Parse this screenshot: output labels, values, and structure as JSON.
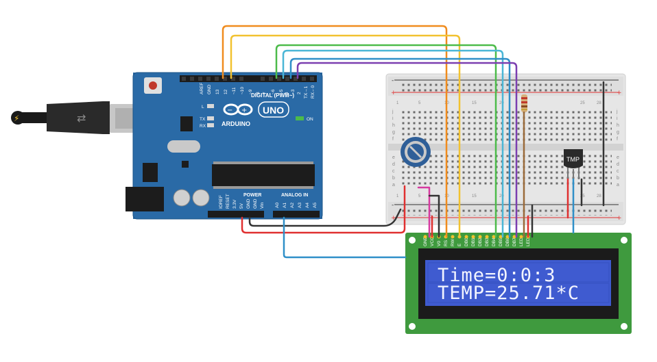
{
  "lcd": {
    "line1": "Time=0:0:3",
    "line2": "TEMP=25.71*C"
  },
  "arduino": {
    "brand": "ARDUINO",
    "model": "UNO",
    "digital_label": "DIGITAL (PWM~)",
    "power_label": "POWER",
    "analog_label": "ANALOG IN",
    "on_label": "ON",
    "l_label": "L",
    "tx_label": "TX",
    "rx_label": "RX",
    "digital_pins": [
      "AREF",
      "GND",
      "13",
      "12",
      "~11",
      "~10",
      "~9",
      "8",
      "7",
      "~6",
      "~5",
      "4",
      "~3",
      "2",
      "TX→1",
      "RX←0"
    ],
    "power_pins": [
      "IOREF",
      "RESET",
      "3.3V",
      "5V",
      "GND",
      "GND",
      "Vin"
    ],
    "analog_pins": [
      "A0",
      "A1",
      "A2",
      "A3",
      "A4",
      "A5"
    ]
  },
  "sensor": {
    "label": "TMP"
  },
  "breadboard": {
    "numbers": [
      "1",
      "5",
      "10",
      "15",
      "20",
      "25",
      "28"
    ],
    "row_letters_top": [
      "j",
      "i",
      "h",
      "g",
      "f"
    ],
    "row_letters_bottom": [
      "e",
      "d",
      "c",
      "b",
      "a"
    ],
    "plus": "+",
    "minus": "-"
  },
  "lcd_pins": [
    "GND",
    "VCC",
    "V0",
    "RS",
    "RW",
    "E",
    "DB0",
    "DB1",
    "DB2",
    "DB3",
    "DB4",
    "DB5",
    "DB6",
    "DB7",
    "LED+",
    "LED-"
  ],
  "colors": {
    "arduino_board": "#2a6aa6",
    "lcd_pcb": "#3f9a3e",
    "lcd_screen": "#3f5bd0",
    "wire_orange": "#f08c1e",
    "wire_yellow": "#f2c230",
    "wire_green": "#4cbb4a",
    "wire_cyan": "#4ab6d6",
    "wire_blue": "#2f8fc8",
    "wire_purple": "#7b3fb0",
    "wire_red": "#e03030",
    "wire_black": "#333333",
    "wire_brown": "#9a6a3a"
  }
}
